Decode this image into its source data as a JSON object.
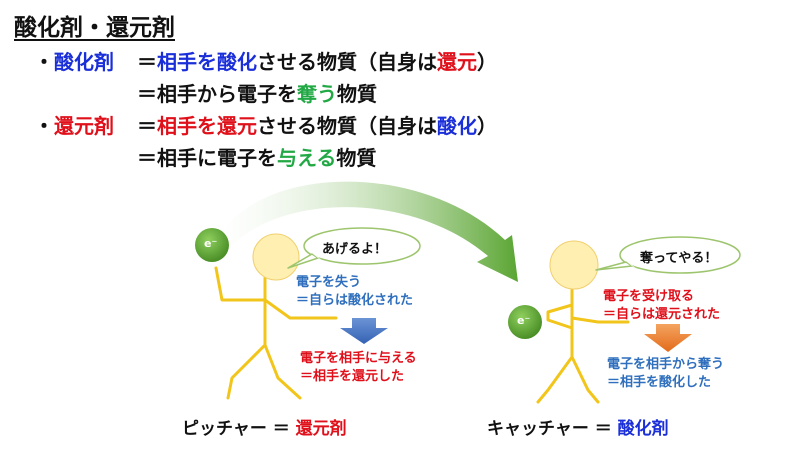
{
  "title": "酸化剤・還元剤",
  "definitions": {
    "oxidizer": {
      "bullet": "・",
      "term": "酸化剤",
      "line1": {
        "eq": "＝",
        "a": "相手を",
        "b": "酸化",
        "c": "させる物質（自身は",
        "d": "還元",
        "e": "）"
      },
      "line2": {
        "eq": "＝",
        "a": "相手から電子を",
        "b": "奪う",
        "c": "物質"
      }
    },
    "reducer": {
      "bullet": "・",
      "term": "還元剤",
      "line1": {
        "eq": "＝",
        "a": "相手を",
        "b": "還元",
        "c": "させる物質（自身は",
        "d": "酸化",
        "e": "）"
      },
      "line2": {
        "eq": "＝",
        "a": "相手に電子を",
        "b": "与える",
        "c": "物質"
      }
    }
  },
  "pitcher": {
    "electron": "e⁻",
    "speech": "あげるよ！",
    "note1": {
      "line1": "電子を失う",
      "line2": "＝自らは酸化された"
    },
    "note2": {
      "line1": "電子を相手に与える",
      "line2": "＝相手を還元した"
    },
    "caption": {
      "name": "ピッチャー ＝ ",
      "role": "還元剤"
    }
  },
  "catcher": {
    "electron": "e⁻",
    "speech": "奪ってやる！",
    "note1": {
      "line1": "電子を受け取る",
      "line2": "＝自らは還元された"
    },
    "note2": {
      "line1": "電子を相手から奪う",
      "line2": "＝相手を酸化した"
    },
    "caption": {
      "name": "キャッチャー ＝ ",
      "role": "酸化剤"
    }
  },
  "colors": {
    "oxidizer_blue": "#1b2fd9",
    "reducer_red": "#e0101b",
    "verb_green": "#22a845",
    "head_fill": "#ffefb0",
    "stick_yellow": "#f2c51b",
    "electron_green": "#5aa532",
    "arrow_green": "#5aa532",
    "arrow_blue": "#4472c4",
    "arrow_orange": "#ed7d31"
  }
}
